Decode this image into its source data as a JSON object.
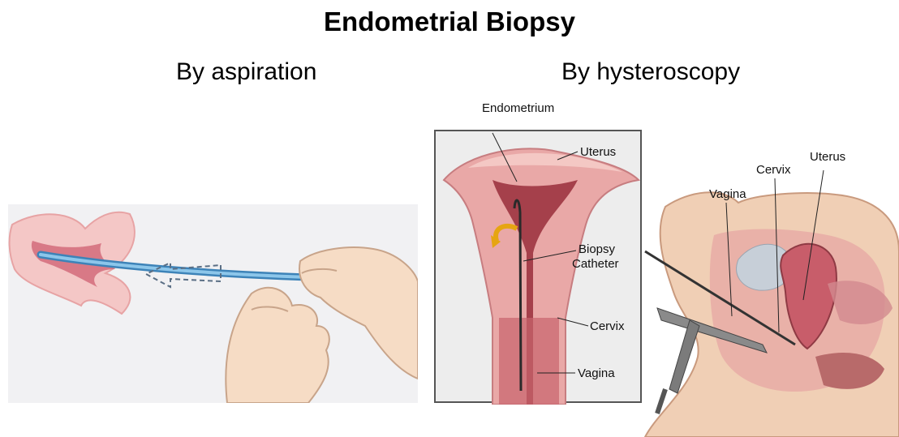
{
  "title": "Endometrial Biopsy",
  "left": {
    "caption": "By aspiration"
  },
  "right": {
    "caption": "By hysteroscopy",
    "inset_labels": {
      "endometrium": "Endometrium",
      "uterus": "Uterus",
      "biopsy_catheter_line1": "Biopsy",
      "biopsy_catheter_line2": "Catheter",
      "cervix": "Cervix",
      "vagina": "Vagina"
    },
    "section_labels": {
      "vagina": "Vagina",
      "cervix": "Cervix",
      "uterus": "Uterus"
    }
  },
  "colors": {
    "tissue_pink": "#e8a3a0",
    "tissue_dark": "#b2545a",
    "catheter_blue": "#5aa7d6",
    "skin": "#f3d2b3",
    "inset_bg": "#ededed"
  }
}
